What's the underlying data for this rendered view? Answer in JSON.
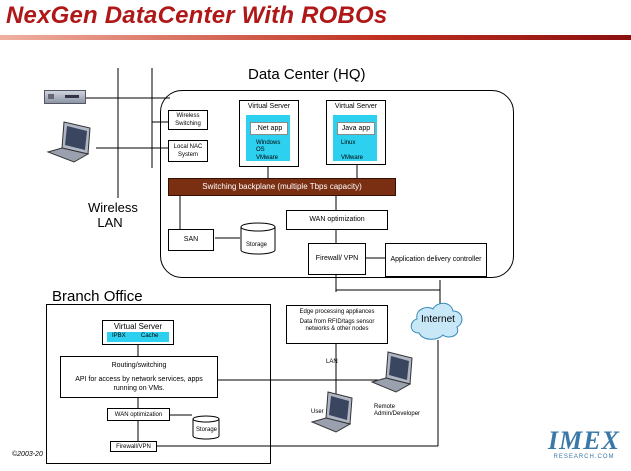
{
  "title": "NexGen DataCenter With ROBOs",
  "dc": {
    "title": "Data Center (HQ)",
    "wireless_switching": "Wireless Switching",
    "local_nac": "Local NAC System",
    "vs1": {
      "title": "Virtual Server",
      "app": ".Net app",
      "os": "Windows OS",
      "vmware": "VMware"
    },
    "vs2": {
      "title": "Virtual Server",
      "app": "Java app",
      "os": "Linux",
      "vmware": "VMware"
    },
    "backplane": "Switching backplane (multiple Tbps capacity)",
    "wan_opt": "WAN optimization",
    "san": "SAN",
    "storage": "Storage",
    "firewall": "Firewall/ VPN",
    "adc": "Application delivery controller"
  },
  "wireless_lan": "Wireless LAN",
  "internet": "Internet",
  "branch": {
    "title": "Branch Office",
    "vs_title": "Virtual Server",
    "ipbx": "IPBX",
    "cache": "Cache",
    "routing": "Routing/switching",
    "api": "API for access by network services, apps running on VMs.",
    "wan_opt": "WAN optimization",
    "storage": "Storage",
    "firewall": "Firewall/VPN"
  },
  "edge": {
    "title": "Edge processing appliances",
    "desc": "Data from RFID/tags sensor networks & other nodes"
  },
  "lan": "LAN",
  "user": "User",
  "remote": "Remote Admin/Developer",
  "copyright": "©2003-20",
  "logo": {
    "name": "IMEX",
    "sub": "RESEARCH.COM"
  },
  "colors": {
    "title": "#b01818",
    "backplane": "#7a2e12",
    "vm_box": "#2ed0f0"
  }
}
